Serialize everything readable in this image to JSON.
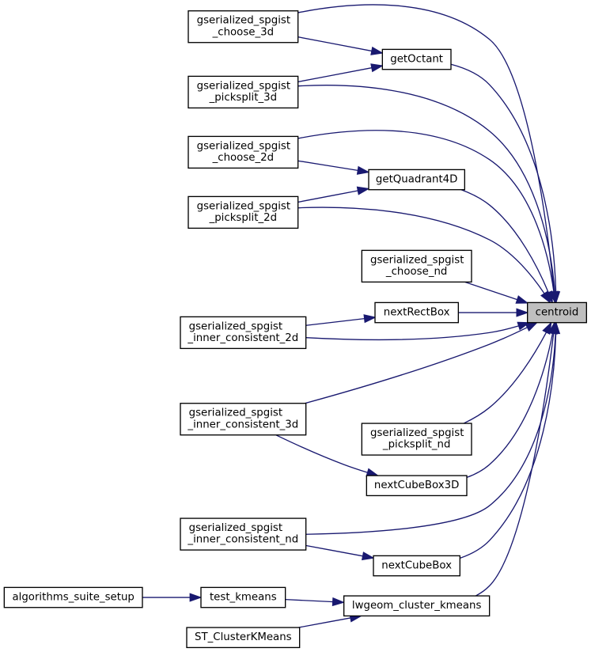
{
  "diagram": {
    "type": "call-graph",
    "focus_function": "centroid",
    "colors": {
      "background": "#ffffff",
      "edge": "#191970",
      "node_fill": "#ffffff",
      "node_border": "#000000",
      "focus_fill": "#bfbfbf",
      "text": "#000000"
    },
    "nodes": [
      {
        "id": "centroid",
        "label": "centroid",
        "lines": [
          "centroid"
        ],
        "highlighted": true
      },
      {
        "id": "gserialized_spgist_choose_3d",
        "label": "gserialized_spgist_choose_3d",
        "lines": [
          "gserialized_spgist",
          "_choose_3d"
        ],
        "highlighted": false
      },
      {
        "id": "getOctant",
        "label": "getOctant",
        "lines": [
          "getOctant"
        ],
        "highlighted": false
      },
      {
        "id": "gserialized_spgist_picksplit_3d",
        "label": "gserialized_spgist_picksplit_3d",
        "lines": [
          "gserialized_spgist",
          "_picksplit_3d"
        ],
        "highlighted": false
      },
      {
        "id": "gserialized_spgist_choose_2d",
        "label": "gserialized_spgist_choose_2d",
        "lines": [
          "gserialized_spgist",
          "_choose_2d"
        ],
        "highlighted": false
      },
      {
        "id": "getQuadrant4D",
        "label": "getQuadrant4D",
        "lines": [
          "getQuadrant4D"
        ],
        "highlighted": false
      },
      {
        "id": "gserialized_spgist_picksplit_2d",
        "label": "gserialized_spgist_picksplit_2d",
        "lines": [
          "gserialized_spgist",
          "_picksplit_2d"
        ],
        "highlighted": false
      },
      {
        "id": "gserialized_spgist_choose_nd",
        "label": "gserialized_spgist_choose_nd",
        "lines": [
          "gserialized_spgist",
          "_choose_nd"
        ],
        "highlighted": false
      },
      {
        "id": "nextRectBox",
        "label": "nextRectBox",
        "lines": [
          "nextRectBox"
        ],
        "highlighted": false
      },
      {
        "id": "gserialized_spgist_inner_consistent_2d",
        "label": "gserialized_spgist_inner_consistent_2d",
        "lines": [
          "gserialized_spgist",
          "_inner_consistent_2d"
        ],
        "highlighted": false
      },
      {
        "id": "gserialized_spgist_inner_consistent_3d",
        "label": "gserialized_spgist_inner_consistent_3d",
        "lines": [
          "gserialized_spgist",
          "_inner_consistent_3d"
        ],
        "highlighted": false
      },
      {
        "id": "gserialized_spgist_picksplit_nd",
        "label": "gserialized_spgist_picksplit_nd",
        "lines": [
          "gserialized_spgist",
          "_picksplit_nd"
        ],
        "highlighted": false
      },
      {
        "id": "nextCubeBox3D",
        "label": "nextCubeBox3D",
        "lines": [
          "nextCubeBox3D"
        ],
        "highlighted": false
      },
      {
        "id": "gserialized_spgist_inner_consistent_nd",
        "label": "gserialized_spgist_inner_consistent_nd",
        "lines": [
          "gserialized_spgist",
          "_inner_consistent_nd"
        ],
        "highlighted": false
      },
      {
        "id": "nextCubeBox",
        "label": "nextCubeBox",
        "lines": [
          "nextCubeBox"
        ],
        "highlighted": false
      },
      {
        "id": "lwgeom_cluster_kmeans",
        "label": "lwgeom_cluster_kmeans",
        "lines": [
          "lwgeom_cluster_kmeans"
        ],
        "highlighted": false
      },
      {
        "id": "test_kmeans",
        "label": "test_kmeans",
        "lines": [
          "test_kmeans"
        ],
        "highlighted": false
      },
      {
        "id": "algorithms_suite_setup",
        "label": "algorithms_suite_setup",
        "lines": [
          "algorithms_suite_setup"
        ],
        "highlighted": false
      },
      {
        "id": "ST_ClusterKMeans",
        "label": "ST_ClusterKMeans",
        "lines": [
          "ST_ClusterKMeans"
        ],
        "highlighted": false
      }
    ],
    "edges": [
      {
        "from": "gserialized_spgist_choose_3d",
        "to": "centroid"
      },
      {
        "from": "getOctant",
        "to": "centroid"
      },
      {
        "from": "gserialized_spgist_picksplit_3d",
        "to": "centroid"
      },
      {
        "from": "gserialized_spgist_choose_2d",
        "to": "centroid"
      },
      {
        "from": "getQuadrant4D",
        "to": "centroid"
      },
      {
        "from": "gserialized_spgist_picksplit_2d",
        "to": "centroid"
      },
      {
        "from": "gserialized_spgist_choose_nd",
        "to": "centroid"
      },
      {
        "from": "nextRectBox",
        "to": "centroid"
      },
      {
        "from": "gserialized_spgist_inner_consistent_2d",
        "to": "centroid"
      },
      {
        "from": "gserialized_spgist_inner_consistent_3d",
        "to": "centroid"
      },
      {
        "from": "gserialized_spgist_picksplit_nd",
        "to": "centroid"
      },
      {
        "from": "nextCubeBox3D",
        "to": "centroid"
      },
      {
        "from": "gserialized_spgist_inner_consistent_nd",
        "to": "centroid"
      },
      {
        "from": "nextCubeBox",
        "to": "centroid"
      },
      {
        "from": "lwgeom_cluster_kmeans",
        "to": "centroid"
      },
      {
        "from": "gserialized_spgist_choose_3d",
        "to": "getOctant"
      },
      {
        "from": "gserialized_spgist_picksplit_3d",
        "to": "getOctant"
      },
      {
        "from": "gserialized_spgist_choose_2d",
        "to": "getQuadrant4D"
      },
      {
        "from": "gserialized_spgist_picksplit_2d",
        "to": "getQuadrant4D"
      },
      {
        "from": "gserialized_spgist_inner_consistent_2d",
        "to": "nextRectBox"
      },
      {
        "from": "gserialized_spgist_inner_consistent_3d",
        "to": "nextCubeBox3D"
      },
      {
        "from": "gserialized_spgist_inner_consistent_nd",
        "to": "nextCubeBox"
      },
      {
        "from": "test_kmeans",
        "to": "lwgeom_cluster_kmeans"
      },
      {
        "from": "ST_ClusterKMeans",
        "to": "lwgeom_cluster_kmeans"
      },
      {
        "from": "algorithms_suite_setup",
        "to": "test_kmeans"
      }
    ]
  }
}
